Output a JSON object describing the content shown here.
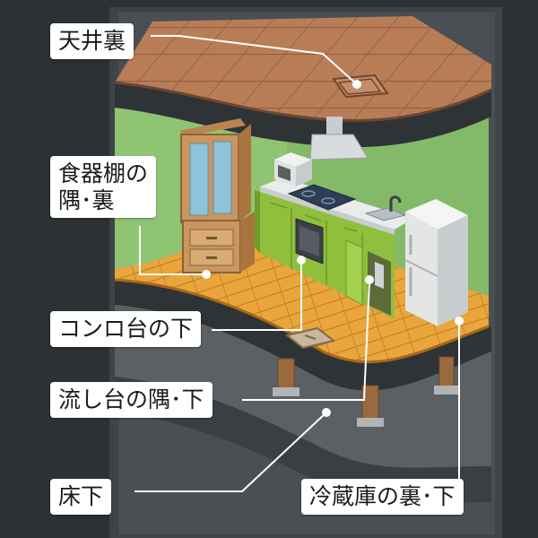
{
  "labels": {
    "ceiling": "天井裏",
    "cupboard_line1": "食器棚の",
    "cupboard_line2": "隅･裏",
    "stove": "コンロ台の下",
    "sink": "流し台の隅･下",
    "floor": "床下",
    "fridge": "冷蔵庫の裏･下"
  },
  "colors": {
    "background": "#2b3134",
    "wall": "#8fc473",
    "ceiling_tile": "#b87d57",
    "floor_plank": "#e8a63c",
    "label_bg": "#ffffff",
    "leader_line": "#ffffff"
  }
}
